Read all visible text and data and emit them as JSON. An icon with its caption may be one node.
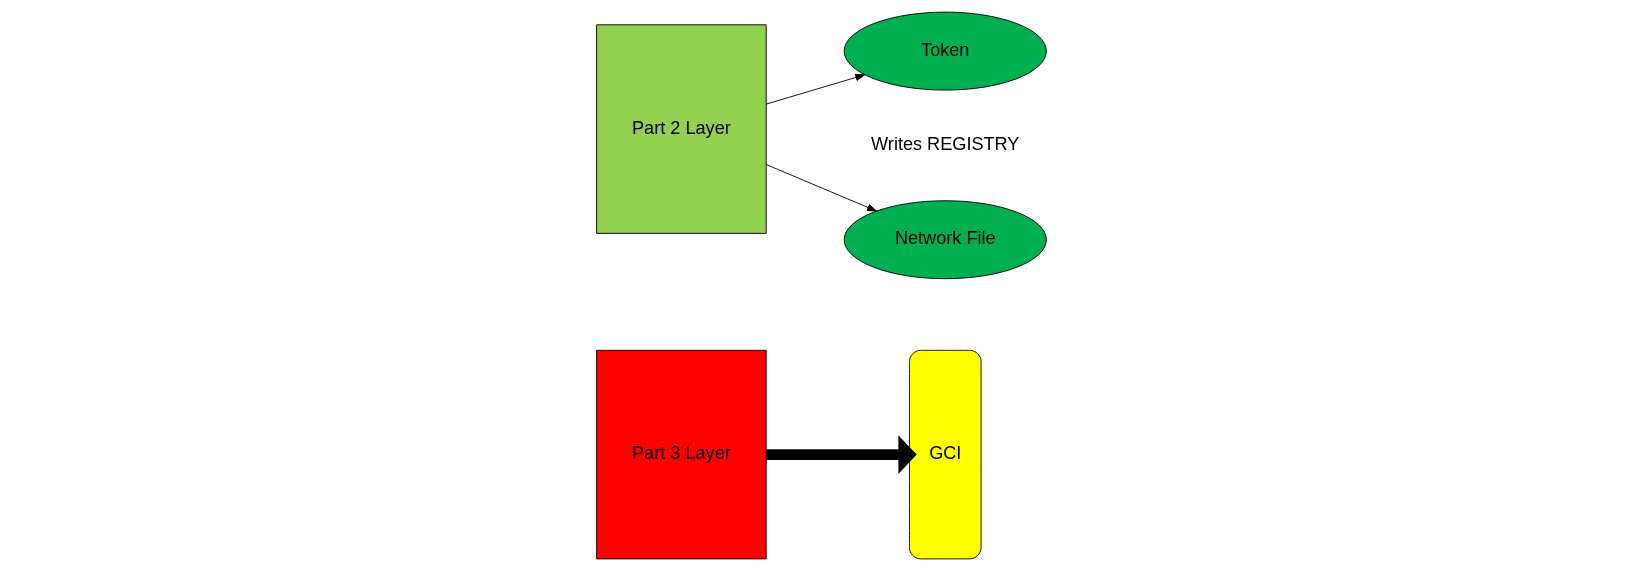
{
  "diagram": {
    "nodes": [
      {
        "text": [
          "Part 3 Layer"
        ]
      },
      {
        "text": [
          "GCI"
        ]
      },
      {
        "text": [
          "Part 2 Layer"
        ]
      },
      {
        "text": [
          "Token"
        ]
      },
      {
        "text": [
          "Network File"
        ]
      }
    ],
    "edges": [
      {
        "from": 0,
        "to": 1,
        "arrow": "to",
        "style": "thick"
      },
      {
        "from": 2,
        "to": 3,
        "arrow": "to"
      },
      {
        "from": 2,
        "to": 4,
        "arrow": "to"
      }
    ],
    "labels": [
      "Writes REGISTRY"
    ]
  }
}
